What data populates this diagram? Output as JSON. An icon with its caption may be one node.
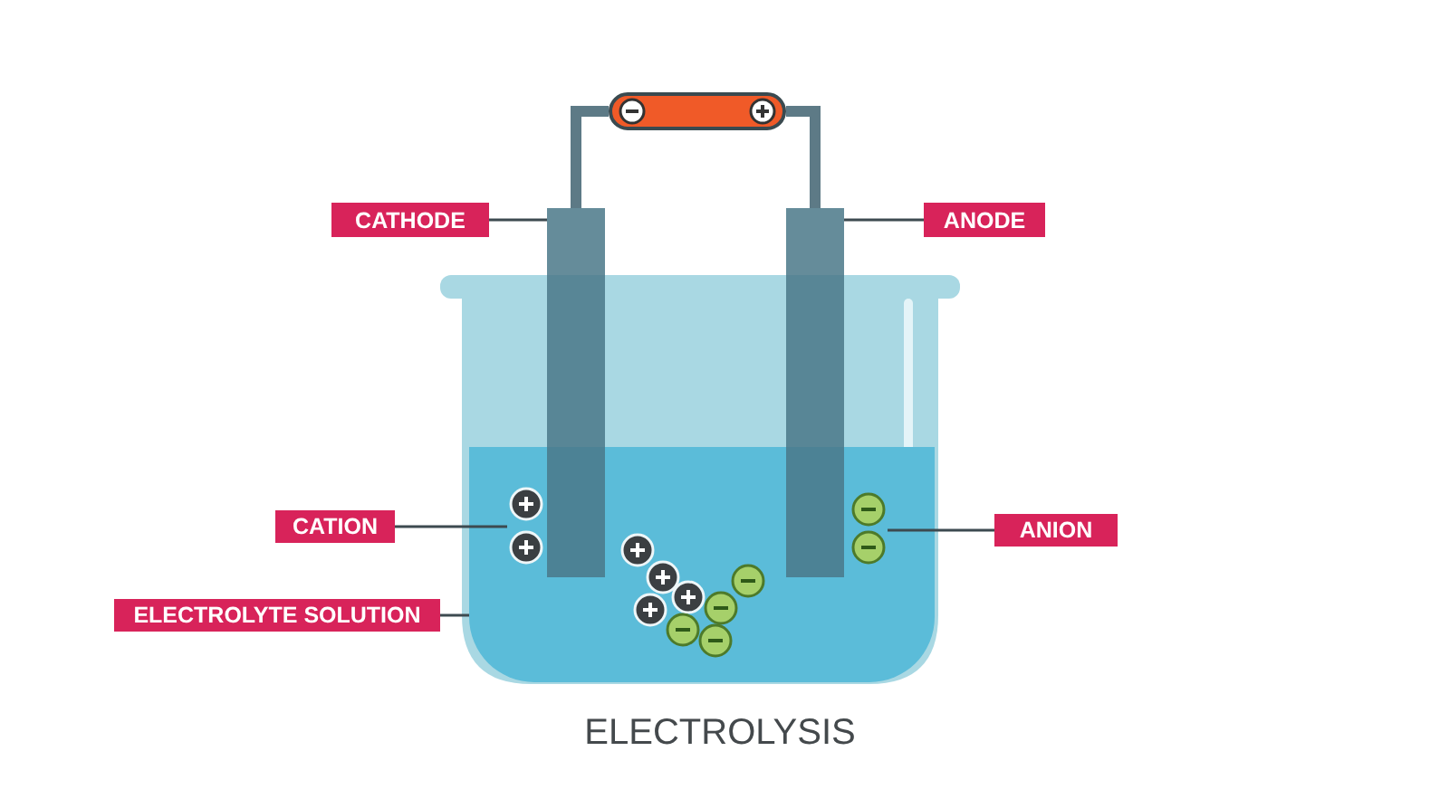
{
  "diagram": {
    "caption": "ELECTROLYSIS",
    "nodes": [
      {
        "text": [
          "CATHODE"
        ]
      },
      {
        "text": [
          "ANODE"
        ]
      },
      {
        "text": [
          "CATION"
        ]
      },
      {
        "text": [
          "ANION"
        ]
      },
      {
        "text": [
          "ELECTROLYTE SOLUTION"
        ]
      },
      {
        "text": [],
        "shape": "bar"
      },
      {
        "text": [],
        "shape": "bar"
      },
      {
        "text": [],
        "shape": "circle",
        "in": 9
      },
      {
        "text": [],
        "shape": "circle",
        "in": 9
      },
      {
        "text": [],
        "shape": "box"
      },
      {
        "text": [],
        "shape": "battery"
      }
    ],
    "edges": [
      {
        "from": 0,
        "to": 5,
        "arrow": "none"
      },
      {
        "from": 1,
        "to": 6,
        "arrow": "none"
      },
      {
        "from": 2,
        "to": 7,
        "arrow": "none"
      },
      {
        "from": 3,
        "to": 8,
        "arrow": "none"
      },
      {
        "from": 4,
        "to": 9,
        "arrow": "none"
      },
      {
        "from": 5,
        "to": 10,
        "arrow": "none",
        "style": "thick",
        "color": "#5d7a86"
      },
      {
        "from": 10,
        "to": 6,
        "arrow": "none",
        "style": "thick",
        "color": "#5d7a86"
      }
    ]
  }
}
